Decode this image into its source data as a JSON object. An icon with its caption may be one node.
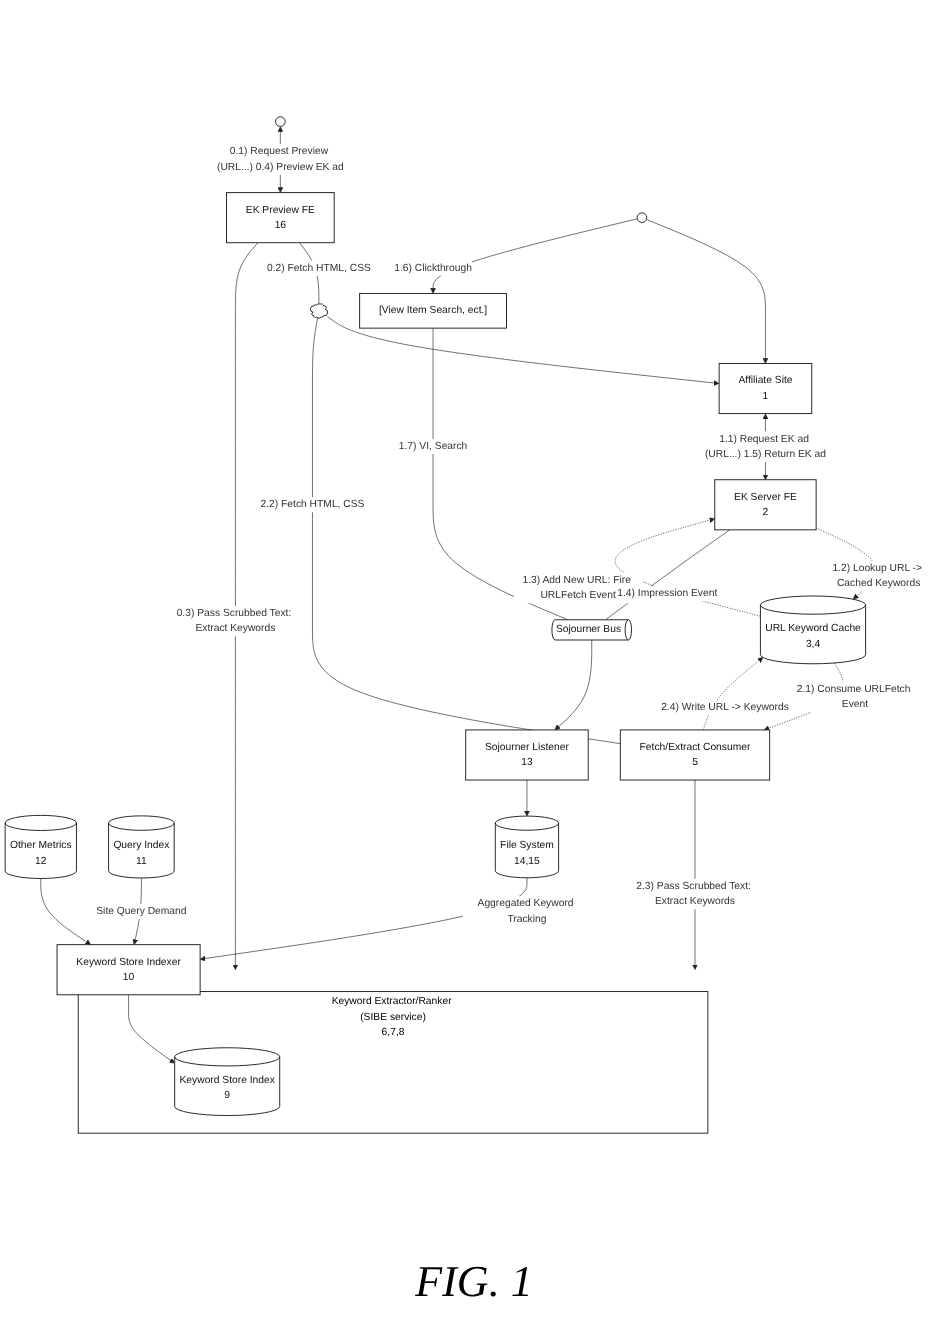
{
  "diagram": {
    "caption": "FIG. 1",
    "nodes": [
      {
        "text": [],
        "shape": "person"
      },
      {
        "text": [
          "EK Preview FE",
          "16"
        ]
      },
      {
        "text": [
          "Fetch/Extract Consumer",
          "5"
        ]
      },
      {
        "text": [
          "Keyword Extractor/Ranker (SIBE service)",
          "6,7,8"
        ]
      },
      {
        "text": [
          "Keyword Store Index",
          "9"
        ],
        "in": 3
      },
      {
        "text": [
          "URL Keyword Cache",
          "3,4"
        ]
      },
      {
        "text": [
          "Other Metrics",
          "12"
        ]
      },
      {
        "text": [
          "Query Index",
          "11"
        ]
      },
      {
        "text": [
          "Keyword Store Indexer",
          "10"
        ]
      },
      {
        "text": [],
        "shape": "cloud"
      },
      {
        "text": [],
        "shape": "person"
      },
      {
        "text": [
          "Affiliate Site",
          "1"
        ]
      },
      {
        "text": [
          "EK Server FE",
          "2"
        ]
      },
      {
        "text": [
          "[View Item Search, ect.]"
        ]
      },
      {
        "text": [
          "Sojourner Bus"
        ]
      },
      {
        "text": [
          "Sojourner Listener",
          "13"
        ]
      },
      {
        "text": [
          "File System",
          "14,15"
        ]
      }
    ],
    "edges": [
      {
        "from": 0,
        "to": 1,
        "arrow": "both",
        "label": "0.1) Request Preview (URL...) 0.4) Preview EK ad"
      },
      {
        "from": 1,
        "to": 9,
        "arrow": "none",
        "label": "0.2) Fetch HTML, CSS"
      },
      {
        "from": 1,
        "to": 3,
        "arrow": "to",
        "label": "0.3) Pass Scrubbed Text: Extract Keywords"
      },
      {
        "from": 2,
        "to": 9,
        "arrow": "none",
        "label": "2.2) Fetch HTML, CSS"
      },
      {
        "from": 2,
        "to": 3,
        "arrow": "to",
        "label": "2.3) Pass Scrubbed Text: Extract Keywords"
      },
      {
        "from": 5,
        "to": 2,
        "arrow": "to",
        "style": "dashed",
        "label": "2.1) Consume URLFetch Event"
      },
      {
        "from": 2,
        "to": 5,
        "arrow": "to",
        "style": "dashed",
        "label": "2.4) Write URL -> Keywords"
      },
      {
        "from": 12,
        "to": 5,
        "arrow": "to",
        "style": "dashed",
        "label": "1.2) Lookup URL -> Cached Keywords"
      },
      {
        "from": 5,
        "to": 12,
        "arrow": "to",
        "style": "dashed",
        "label": "1.3) Add New URL: Fire URLFetch Event"
      },
      {
        "from": 6,
        "to": 8,
        "arrow": "to"
      },
      {
        "from": 7,
        "to": 8,
        "arrow": "to",
        "label": "Site Query Demand"
      },
      {
        "from": 8,
        "to": 4,
        "arrow": "to"
      },
      {
        "from": 16,
        "to": 8,
        "arrow": "to",
        "label": "Aggregated Keyword Tracking"
      },
      {
        "from": 9,
        "to": 11,
        "arrow": "to"
      },
      {
        "from": 10,
        "to": 11,
        "arrow": "to"
      },
      {
        "from": 11,
        "to": 12,
        "arrow": "both",
        "label": "1.1) Request EK ad (URL...) 1.5) Return EK ad"
      },
      {
        "from": 10,
        "to": 13,
        "arrow": "to",
        "label": "1.6) Clickthrough"
      },
      {
        "from": 12,
        "to": 14,
        "arrow": "none",
        "label": "1.4) Impression Event"
      },
      {
        "from": 13,
        "to": 14,
        "arrow": "none",
        "label": "1.7) VI, Search"
      },
      {
        "from": 14,
        "to": 15,
        "arrow": "to"
      },
      {
        "from": 15,
        "to": 16,
        "arrow": "to"
      }
    ]
  }
}
